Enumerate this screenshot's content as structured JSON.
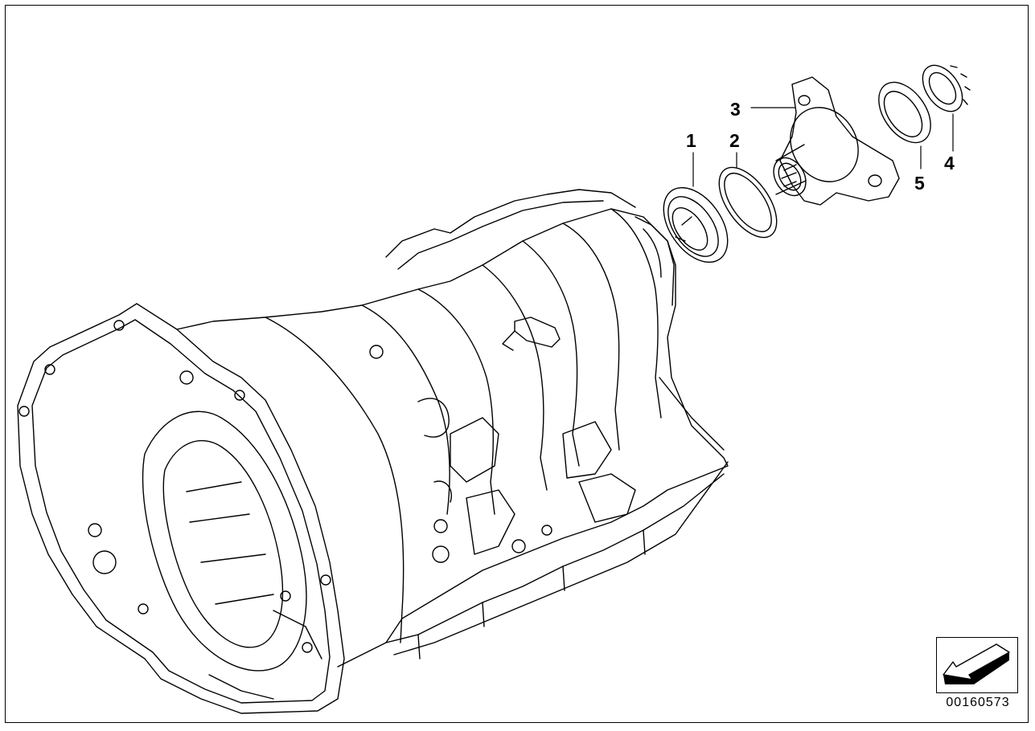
{
  "diagram": {
    "callouts": [
      {
        "id": "1",
        "label": "1"
      },
      {
        "id": "2",
        "label": "2"
      },
      {
        "id": "3",
        "label": "3"
      },
      {
        "id": "4",
        "label": "4"
      },
      {
        "id": "5",
        "label": "5"
      }
    ],
    "diagram_number": "00160573"
  },
  "icons": {
    "nav": "arrow-down-left-icon"
  },
  "colors": {
    "line": "#000000",
    "background": "#ffffff"
  }
}
